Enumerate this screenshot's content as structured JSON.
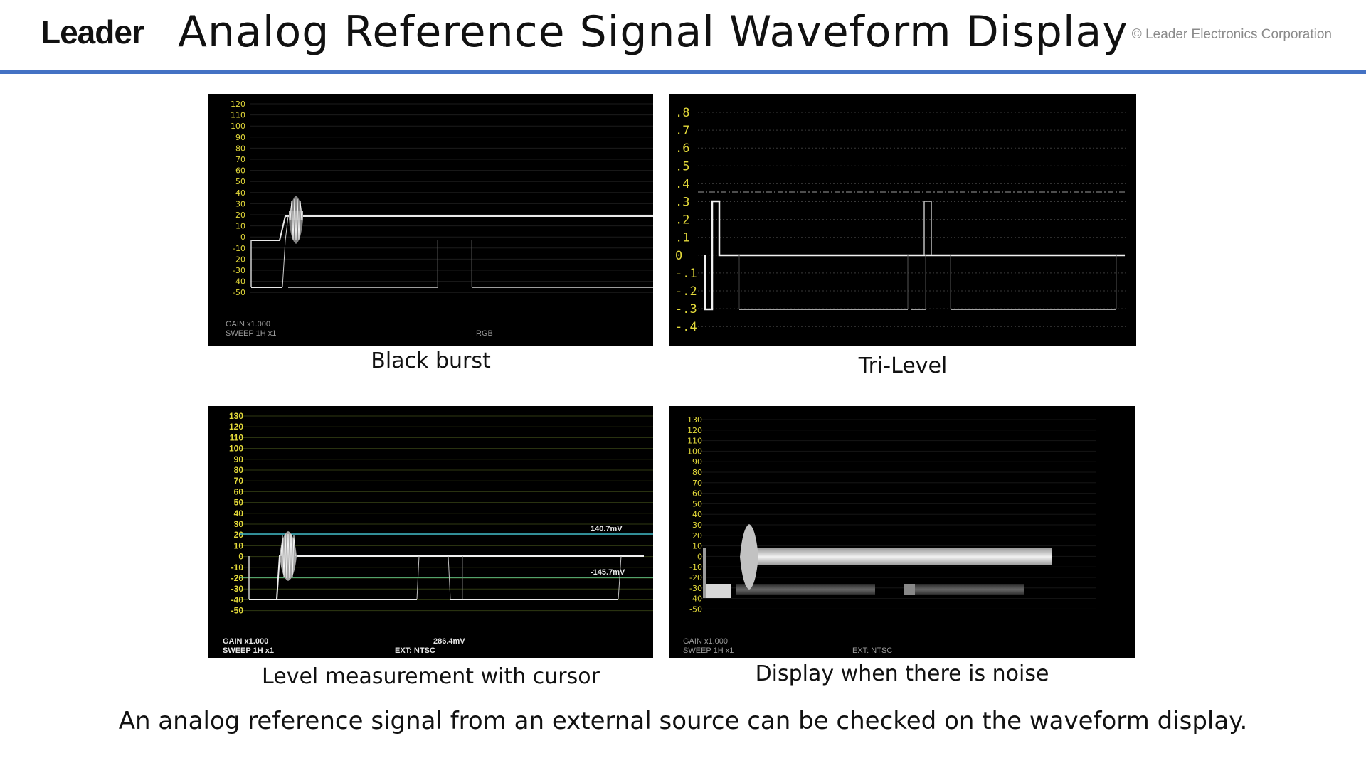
{
  "header": {
    "logo": "Leader",
    "title": "Analog Reference Signal Waveform Display",
    "copyright": "© Leader Electronics Corporation"
  },
  "panels": [
    {
      "id": "black-burst",
      "caption": "Black burst",
      "scale": [
        "120",
        "110",
        "100",
        "90",
        "80",
        "70",
        "60",
        "50",
        "40",
        "30",
        "20",
        "10",
        "0",
        "-10",
        "-20",
        "-30",
        "-40",
        "-50"
      ],
      "info": [
        "GAIN x1.000",
        "SWEEP 1H x1"
      ],
      "center_label": "RGB"
    },
    {
      "id": "tri-level",
      "caption": "Tri-Level",
      "scale": [
        ".8",
        ".7",
        ".6",
        ".5",
        ".4",
        ".3",
        ".2",
        ".1",
        "0",
        "-.1",
        "-.2",
        "-.3",
        "-.4"
      ]
    },
    {
      "id": "level-cursor",
      "caption": "Level measurement with cursor",
      "scale": [
        "130",
        "120",
        "110",
        "100",
        "90",
        "80",
        "70",
        "60",
        "50",
        "40",
        "30",
        "20",
        "10",
        "0",
        "-10",
        "-20",
        "-30",
        "-40",
        "-50"
      ],
      "cursor_top": "140.7mV",
      "cursor_bottom": "-145.7mV",
      "delta": "286.4mV",
      "info": [
        "GAIN x1.000",
        "SWEEP 1H x1"
      ],
      "ext": "EXT: NTSC"
    },
    {
      "id": "noise",
      "caption": "Display when there is noise",
      "scale": [
        "130",
        "120",
        "110",
        "100",
        "90",
        "80",
        "70",
        "60",
        "50",
        "40",
        "30",
        "20",
        "10",
        "0",
        "-10",
        "-20",
        "-30",
        "-40",
        "-50"
      ],
      "info": [
        "GAIN x1.000",
        "SWEEP 1H x1"
      ],
      "ext": "EXT: NTSC"
    }
  ],
  "footer": "An analog reference signal from an external source can be checked on the waveform display.",
  "colors": {
    "accent_rule": "#4472c4",
    "scale_text": "#e3d93a",
    "cursor_top": "#3fb8c8",
    "cursor_bottom": "#5fc58a"
  }
}
